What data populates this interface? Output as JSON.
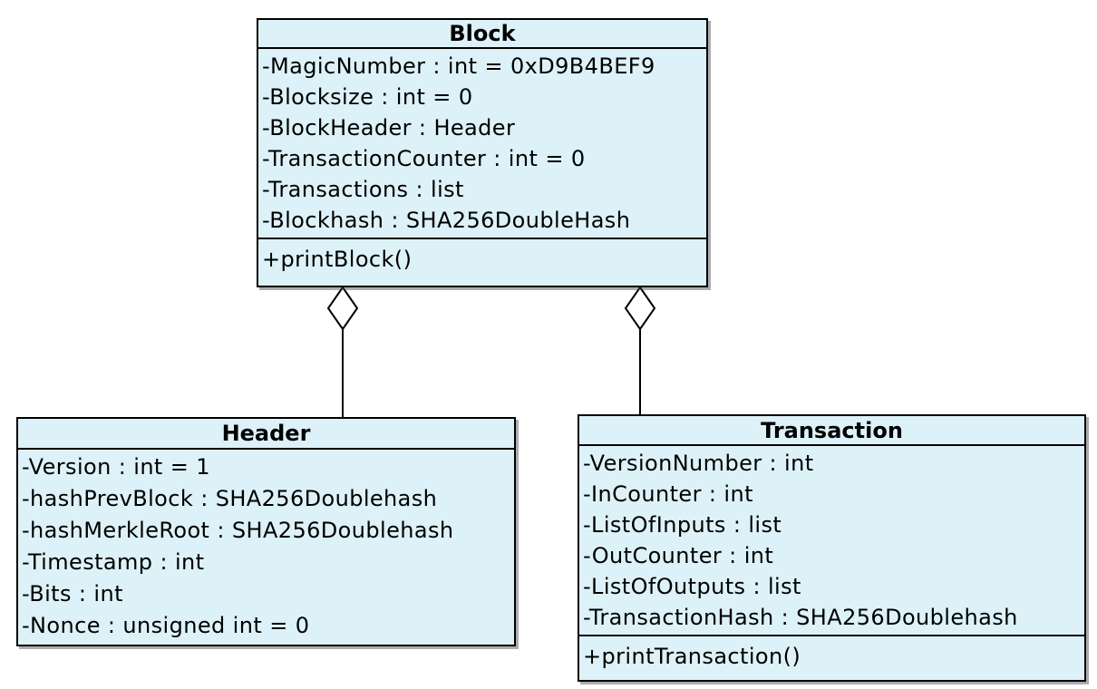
{
  "diagram": {
    "type": "uml-class-diagram",
    "background_color": "#ffffff",
    "node_fill_color": "#ddf2f8",
    "node_border_color": "#000000",
    "classes": [
      {
        "name": "Block",
        "attributes": [
          "-MagicNumber : int = 0xD9B4BEF9",
          "-Blocksize : int = 0",
          "-BlockHeader : Header",
          "-TransactionCounter : int = 0",
          "-Transactions : list",
          "-Blockhash : SHA256DoubleHash"
        ],
        "operations": [
          "+printBlock()"
        ]
      },
      {
        "name": "Header",
        "attributes": [
          "-Version : int = 1",
          "-hashPrevBlock : SHA256Doublehash",
          "-hashMerkleRoot : SHA256Doublehash",
          "-Timestamp : int",
          "-Bits : int",
          "-Nonce : unsigned int = 0"
        ],
        "operations": []
      },
      {
        "name": "Transaction",
        "attributes": [
          "-VersionNumber : int",
          "-InCounter : int",
          "-ListOfInputs : list",
          "-OutCounter : int",
          "-ListOfOutputs : list",
          "-TransactionHash : SHA256Doublehash"
        ],
        "operations": [
          "+printTransaction()"
        ]
      }
    ],
    "relationships": [
      {
        "type": "aggregation",
        "whole": "Block",
        "part": "Header",
        "diamond_style": "hollow",
        "diamond_at": "Block"
      },
      {
        "type": "aggregation",
        "whole": "Block",
        "part": "Transaction",
        "diamond_style": "hollow",
        "diamond_at": "Block"
      }
    ]
  }
}
